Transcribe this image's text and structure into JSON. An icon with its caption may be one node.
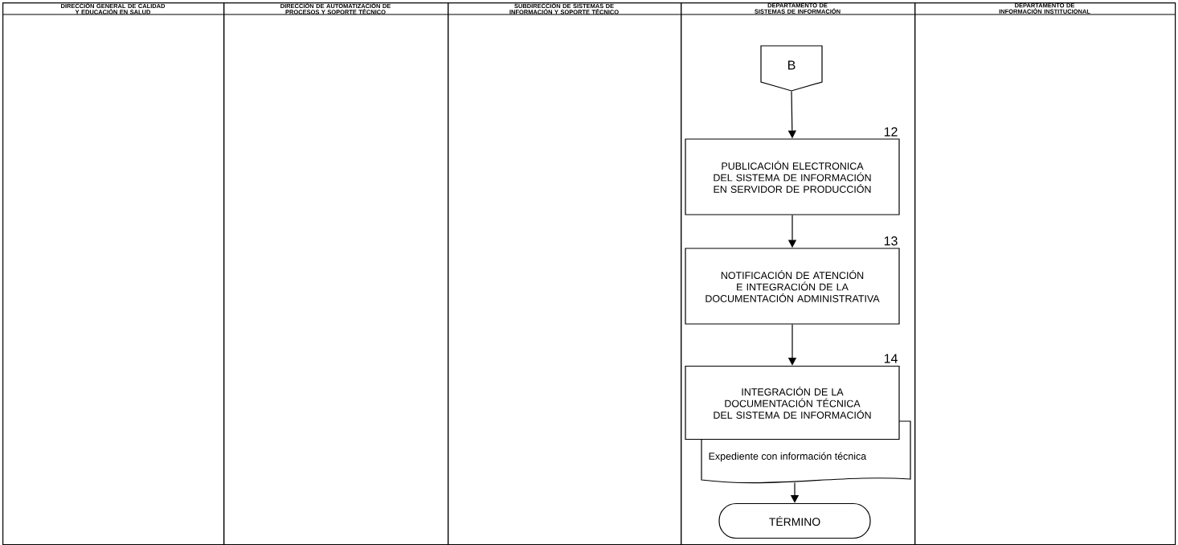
{
  "diagram": {
    "nodes": [
      {
        "text": [
          "DIRECCIÓN GENERAL DE CALIDAD Y EDUCACIÓN EN SALUD"
        ]
      },
      {
        "text": [
          "DIRECCIÓN DE AUTOMATIZACIÓN DE PROCESOS Y SOPORTE TÉCNICO"
        ]
      },
      {
        "text": [
          "SUBDIRECCIÓN DE SISTEMAS DE INFORMACIÓN Y SOPORTE TÉCNICO"
        ]
      },
      {
        "text": [
          "DEPARTAMENTO DE SISTEMAS DE INFORMACIÓN"
        ]
      },
      {
        "text": [
          "DEPARTAMENTO DE INFORMACIÓN INSTITUCIONAL"
        ]
      },
      {
        "text": [
          "B"
        ],
        "in": 3
      },
      {
        "text": [
          "PUBLICACIÓN ELECTRONICA DEL SISTEMA DE INFORMACIÓN EN SERVIDOR DE PRODUCCIÓN"
        ],
        "beside": [
          "12"
        ],
        "in": 3
      },
      {
        "text": [
          "NOTIFICACIÓN DE ATENCIÓN E INTEGRACIÓN DE LA DOCUMENTACIÓN ADMINISTRATIVA"
        ],
        "beside": [
          "13"
        ],
        "in": 3
      },
      {
        "text": [
          "INTEGRACIÓN DE LA DOCUMENTACIÓN TÉCNICA DEL SISTEMA DE INFORMACIÓN"
        ],
        "beside": [
          "14"
        ],
        "in": 3
      },
      {
        "text": [
          "Expediente con información técnica"
        ],
        "in": 3
      },
      {
        "text": [
          "TÉRMINO"
        ],
        "in": 3
      }
    ],
    "edges": [
      {
        "from": 5,
        "to": 6,
        "arrow": "to"
      },
      {
        "from": 6,
        "to": 7,
        "arrow": "to"
      },
      {
        "from": 7,
        "to": 8,
        "arrow": "to"
      },
      {
        "from": 9,
        "to": 10,
        "arrow": "to"
      }
    ]
  }
}
